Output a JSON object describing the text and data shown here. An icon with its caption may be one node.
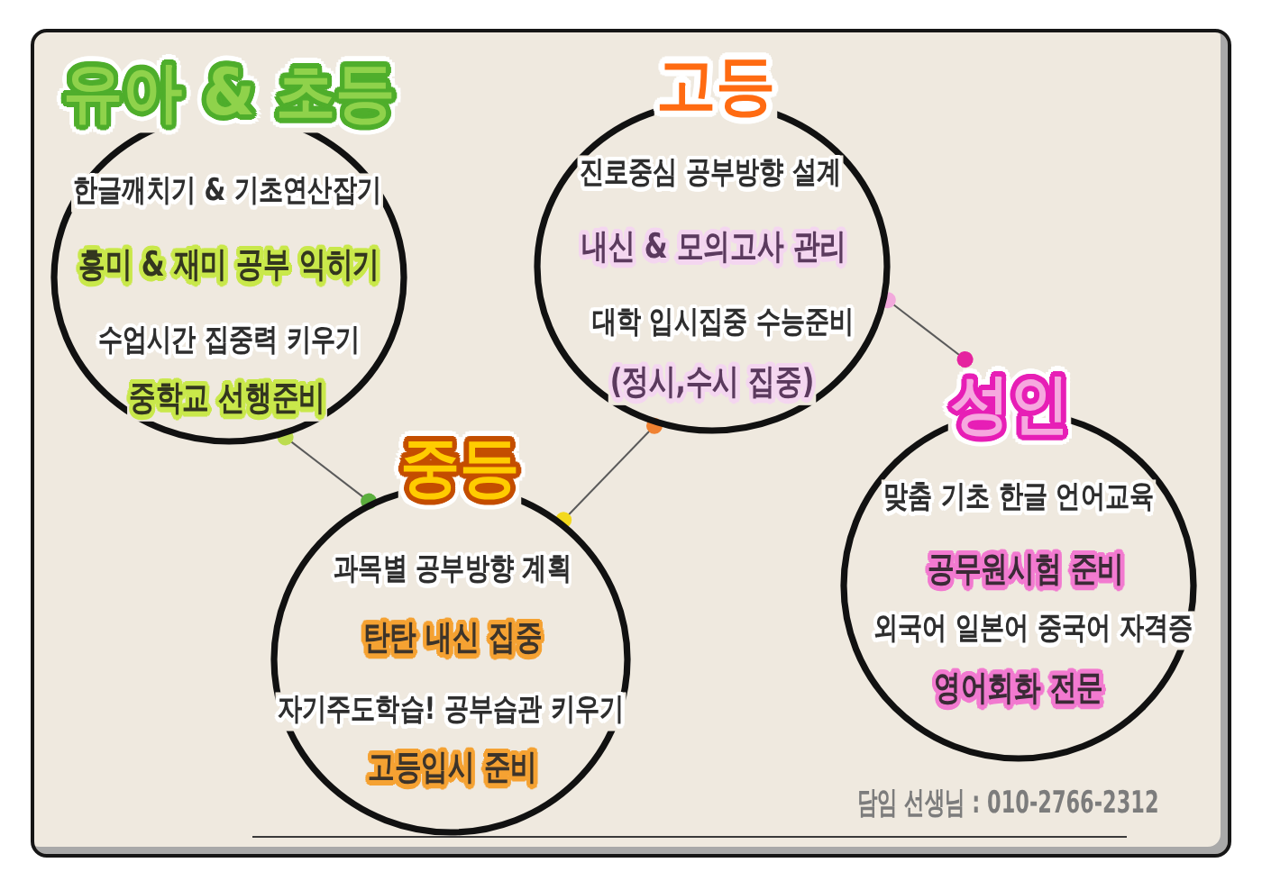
{
  "diagram": {
    "nodes": [
      {
        "text": [
          "유아 & 초등",
          "한글깨치기 & 기초연산잡기",
          "흥미 & 재미 공부 익히기",
          "수업시간 집중력 키우기",
          "중학교 선행준비"
        ]
      },
      {
        "text": [
          "중등",
          "과목별 공부방향 계획",
          "탄탄 내신 집중",
          "자기주도학습! 공부습관 키우기",
          "고등입시 준비"
        ]
      },
      {
        "text": [
          "고등",
          "진로중심 공부방향 설계",
          "내신 & 모의고사 관리",
          "대학 입시집중 수능준비",
          "(정시,수시 집중)"
        ]
      },
      {
        "text": [
          "성인",
          "맞춤 기초 한글 언어교육",
          "공무원시험 준비",
          "외국어 일본어 중국어 자격증",
          "영어회화 전문"
        ]
      }
    ],
    "edges": [
      {
        "from": 0,
        "to": 1,
        "arrow": "other"
      },
      {
        "from": 1,
        "to": 2,
        "arrow": "other"
      },
      {
        "from": 2,
        "to": 3,
        "arrow": "other"
      }
    ],
    "labels": [
      "담임 선생님 : 010-2766-2312"
    ]
  }
}
